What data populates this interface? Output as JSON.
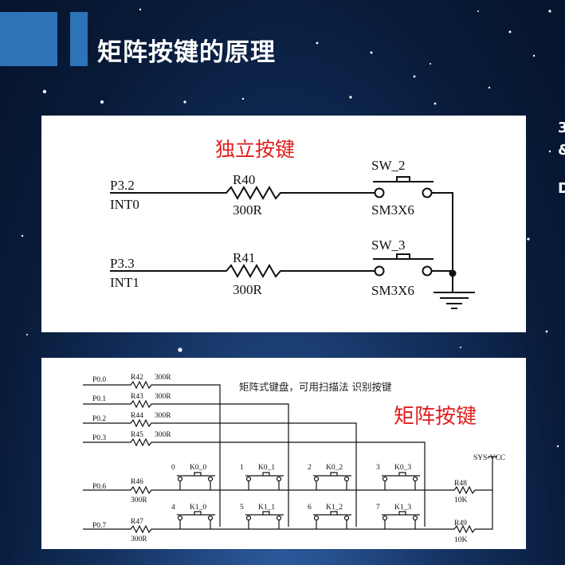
{
  "title": "矩阵按键的原理",
  "page_text_fragments": [
    "3",
    "&",
    "D"
  ],
  "independent": {
    "heading": "独立按键",
    "rows": [
      {
        "pin": "P3.2",
        "pin_alt": "INT0",
        "resistor": "R40",
        "value": "300R",
        "switch": "SW_2",
        "part": "SM3X6"
      },
      {
        "pin": "P3.3",
        "pin_alt": "INT1",
        "resistor": "R41",
        "value": "300R",
        "switch": "SW_3",
        "part": "SM3X6"
      }
    ]
  },
  "matrix": {
    "heading": "矩阵按键",
    "note": "矩阵式键盘，可用扫描法 识别按键",
    "col_pins": [
      {
        "pin": "P0.0",
        "resistor": "R42",
        "value": "300R"
      },
      {
        "pin": "P0.1",
        "resistor": "R43",
        "value": "300R"
      },
      {
        "pin": "P0.2",
        "resistor": "R44",
        "value": "300R"
      },
      {
        "pin": "P0.3",
        "resistor": "R45",
        "value": "300R"
      }
    ],
    "row_pins": [
      {
        "pin": "P0.6",
        "resistor": "R46",
        "value": "300R",
        "pullup": "R48",
        "pullup_value": "10K"
      },
      {
        "pin": "P0.7",
        "resistor": "R47",
        "value": "300R",
        "pullup": "R49",
        "pullup_value": "10K"
      }
    ],
    "vcc": "SYS-VCC",
    "keys": [
      {
        "num": "0",
        "label": "K0_0"
      },
      {
        "num": "1",
        "label": "K0_1"
      },
      {
        "num": "2",
        "label": "K0_2"
      },
      {
        "num": "3",
        "label": "K0_3"
      },
      {
        "num": "4",
        "label": "K1_0"
      },
      {
        "num": "5",
        "label": "K1_1"
      },
      {
        "num": "6",
        "label": "K1_2"
      },
      {
        "num": "7",
        "label": "K1_3"
      }
    ]
  },
  "colors": {
    "accent": "#2d73b8",
    "heading_red": "#e02020",
    "ink": "#111111"
  }
}
